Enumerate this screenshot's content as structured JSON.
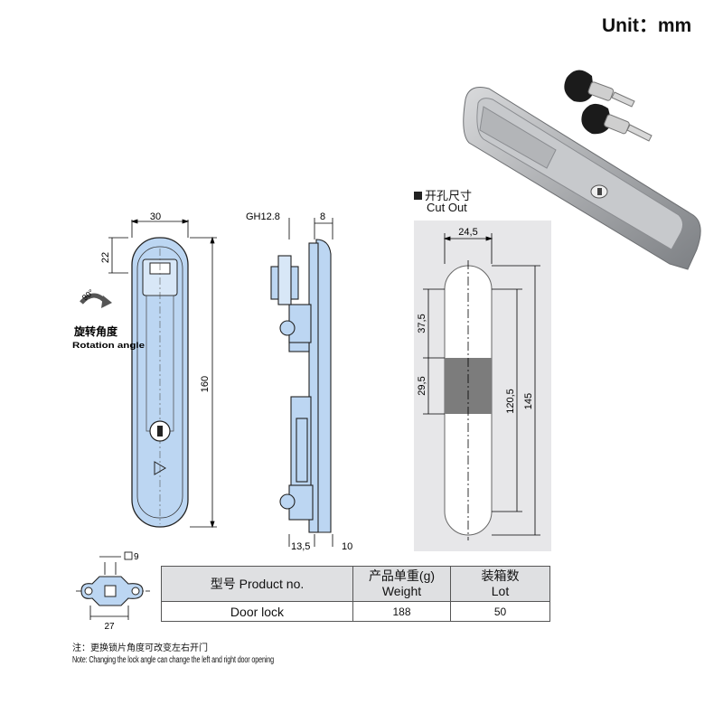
{
  "unit_label": "Unit：mm",
  "front_view": {
    "dim_width": "30",
    "dim_top": "22",
    "dim_height": "160",
    "rotation_label_cn": "旋转角度",
    "rotation_label_en": "Rotation angle",
    "rotation_angle": "90°"
  },
  "side_view": {
    "dim_thread": "GH12.8",
    "dim_depth": "8",
    "dim_bottom_a": "13,5",
    "dim_bottom_b": "10"
  },
  "cutout": {
    "title_cn": "开孔尺寸",
    "title_en": "Cut Out",
    "dim_width": "24,5",
    "dim_upper": "37,5",
    "dim_mid": "29,5",
    "dim_inner": "120,5",
    "dim_outer": "145"
  },
  "cam": {
    "dim_square": "9",
    "dim_width": "27"
  },
  "table": {
    "headers": [
      {
        "line1": "型号 Product no.",
        "line2": ""
      },
      {
        "line1": "产品单重(g)",
        "line2": "Weight"
      },
      {
        "line1": "装箱数",
        "line2": "Lot"
      }
    ],
    "row": {
      "product": "Door lock",
      "weight": "188",
      "lot": "50"
    }
  },
  "note": {
    "cn": "注：更换锁片角度可改变左右开门",
    "en": "Note: Changing the lock angle can change the left and right door opening"
  },
  "colors": {
    "handle_fill": "#bcd6f2",
    "cutout_bg": "#e7e7e9",
    "cutout_band": "#7c7c7c",
    "table_header": "#dfe0e2"
  }
}
